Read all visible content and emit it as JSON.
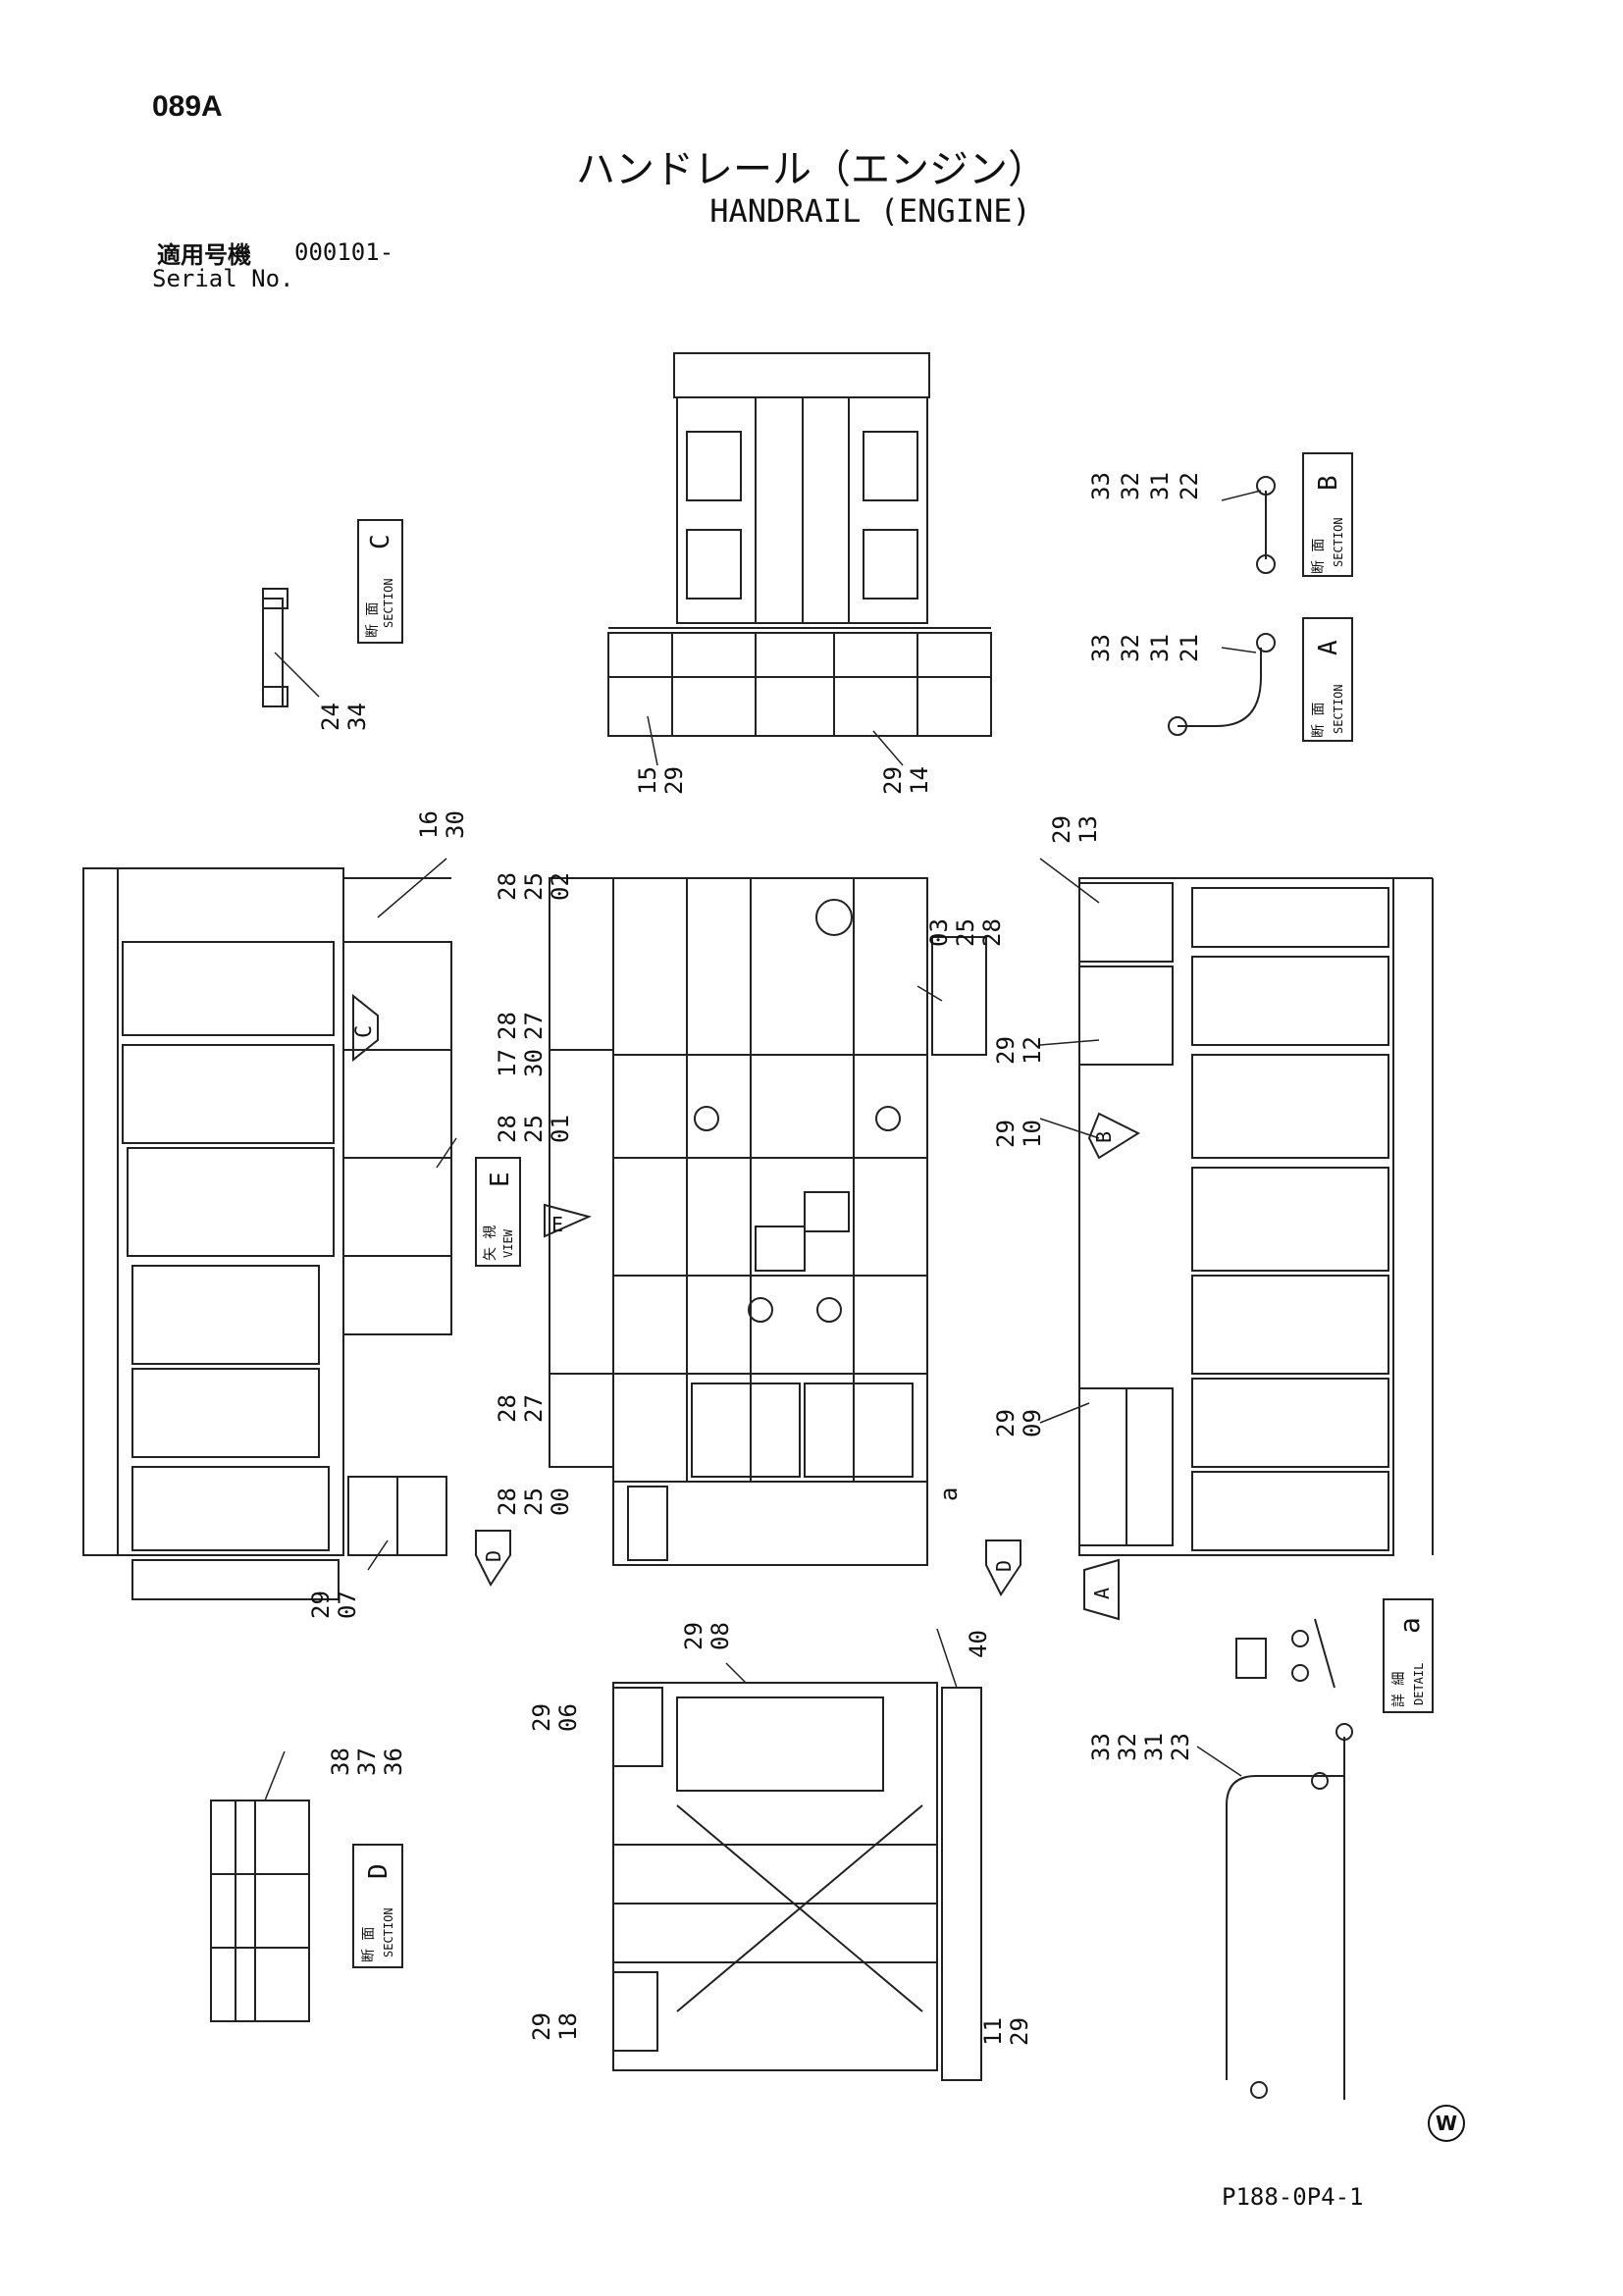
{
  "header": {
    "page_code": "089A",
    "title_jp": "ハンドレール（エンジン）",
    "title_en": "HANDRAIL (ENGINE)",
    "serial_label_jp": "適用号機",
    "serial_value": "000101-",
    "serial_label_en": "Serial No."
  },
  "footer": {
    "doc_id": "P188-0P4-1",
    "mark": "W"
  },
  "section_boxes": [
    {
      "id": "C",
      "jp": "断 面",
      "en": "SECTION",
      "letter": "C"
    },
    {
      "id": "B",
      "jp": "断 面",
      "en": "SECTION",
      "letter": "B"
    },
    {
      "id": "A",
      "jp": "断 面",
      "en": "SECTION",
      "letter": "A"
    },
    {
      "id": "E",
      "jp": "矢 視",
      "en": "VIEW",
      "letter": "E"
    },
    {
      "id": "a",
      "jp": "詳 細",
      "en": "DETAIL",
      "letter": "a"
    },
    {
      "id": "D",
      "jp": "断 面",
      "en": "SECTION",
      "letter": "D"
    }
  ],
  "arrows": [
    "C",
    "E",
    "B",
    "D",
    "D",
    "A"
  ],
  "part_labels": {
    "sec_b": [
      "33",
      "32",
      "31",
      "22"
    ],
    "sec_a": [
      "33",
      "32",
      "31",
      "21"
    ],
    "sec_c": [
      "24",
      "34"
    ],
    "top_left": [
      "15",
      "29"
    ],
    "top_right": [
      "29",
      "14"
    ],
    "left_16": [
      "16",
      "30"
    ],
    "left_17": [
      "28",
      "25",
      "01"
    ],
    "left_17b": [
      "17",
      "30"
    ],
    "center_02": [
      "28",
      "25",
      "02"
    ],
    "center_27a": [
      "28",
      "27"
    ],
    "center_27b": [
      "28",
      "27"
    ],
    "center_00": [
      "28",
      "25",
      "00"
    ],
    "right_03": [
      "03",
      "25",
      "28"
    ],
    "right_13": [
      "29",
      "13"
    ],
    "right_12": [
      "29",
      "12"
    ],
    "right_10": [
      "29",
      "10"
    ],
    "right_09": [
      "29",
      "09"
    ],
    "left_07": [
      "29",
      "07"
    ],
    "small_a": "a",
    "bottom_08": [
      "29",
      "08"
    ],
    "bottom_06": [
      "29",
      "06"
    ],
    "bottom_40": "40",
    "bottom_18": [
      "29",
      "18"
    ],
    "bottom_11": [
      "11",
      "29"
    ],
    "sec_d_nums": [
      "38",
      "37",
      "36"
    ],
    "rail_23": [
      "33",
      "32",
      "31",
      "23"
    ]
  }
}
